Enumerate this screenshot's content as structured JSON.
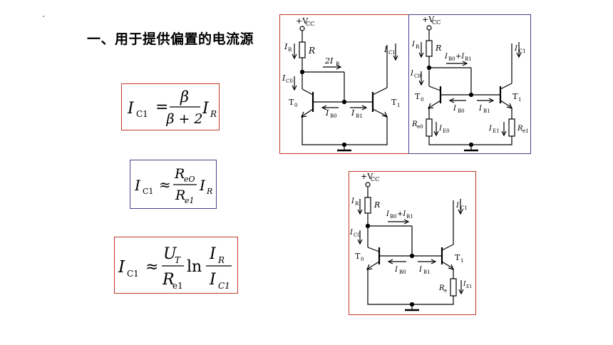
{
  "heading": "一、用于提供偏置的电流源",
  "formulas": {
    "f1": {
      "lhs": "I",
      "lhs_sub": "C1",
      "num": "β",
      "den": "β + 2",
      "tail": "I",
      "tail_sub": "R"
    },
    "f2": {
      "lhs": "I",
      "lhs_sub": "C1",
      "approx": "≈",
      "num": "R",
      "num_sub": "eO",
      "den": "R",
      "den_sub": "e1",
      "tail": "I",
      "tail_sub": "R"
    },
    "f3": {
      "lhs": "I",
      "lhs_sub": "C1",
      "approx": "≈",
      "num1": "U",
      "num1_sub": "T",
      "den1": "R",
      "den1_sub": "e1",
      "ln": "ln",
      "num2": "I",
      "num2_sub": "R",
      "den2": "I",
      "den2_sub": "C1"
    }
  },
  "circuits": {
    "c1": {
      "vcc": "+V",
      "vcc_sub": "CC",
      "ir": "I",
      "ir_sub": "R",
      "r": "R",
      "ic0": "I",
      "ic0_sub": "C0",
      "ib2": "2I",
      "ib2_sub": "B",
      "ic1": "I",
      "ic1_sub": "C1",
      "t0": "T",
      "t0_sub": "0",
      "t1": "T",
      "t1_sub": "1",
      "ib0": "I",
      "ib0_sub": "B0",
      "ib1": "I",
      "ib1_sub": "B1"
    },
    "c2": {
      "vcc": "+V",
      "vcc_sub": "CC",
      "ir": "I",
      "ir_sub": "R",
      "r": "R",
      "ic0": "I",
      "ic0_sub": "C0",
      "ibsum": "I",
      "ibsum_sub1": "B0",
      "ibsum_plus": "+I",
      "ibsum_sub2": "B1",
      "ic1": "I",
      "ic1_sub": "C1",
      "t0": "T",
      "t0_sub": "0",
      "t1": "T",
      "t1_sub": "1",
      "ib0": "I",
      "ib0_sub": "B0",
      "ib1": "I",
      "ib1_sub": "B1",
      "re0": "R",
      "re0_sub": "e0",
      "ie0": "I",
      "ie0_sub": "E0",
      "ie1": "I",
      "ie1_sub": "E1",
      "re1": "R",
      "re1_sub": "e1"
    },
    "c3": {
      "vcc": "+V",
      "vcc_sub": "CC",
      "ir": "I",
      "ir_sub": "R",
      "r": "R",
      "ic0": "I",
      "ic0_sub": "C0",
      "ibsum": "I",
      "ibsum_sub1": "B0",
      "ibsum_plus": "+I",
      "ibsum_sub2": "B1",
      "ic1": "I",
      "ic1_sub": "C1",
      "t0": "T",
      "t0_sub": "0",
      "t1": "T",
      "t1_sub": "1",
      "ib0": "I",
      "ib0_sub": "B0",
      "ib1": "I",
      "ib1_sub": "B1",
      "re": "R",
      "re_sub": "e",
      "ie1": "I",
      "ie1_sub": "E1"
    }
  },
  "colors": {
    "red_frame": "#c0392b",
    "blue_frame": "#4a3f8f",
    "ink": "#000000"
  }
}
